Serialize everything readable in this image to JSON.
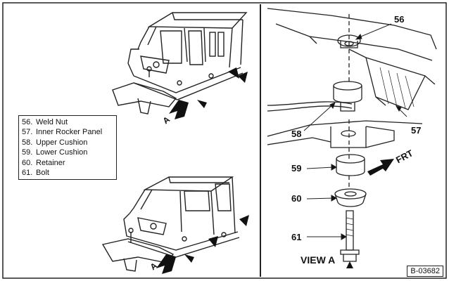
{
  "legend": {
    "items": [
      {
        "num": "56.",
        "label": "Weld Nut"
      },
      {
        "num": "57.",
        "label": "Inner Rocker Panel"
      },
      {
        "num": "58.",
        "label": "Upper Cushion"
      },
      {
        "num": "59.",
        "label": "Lower Cushion"
      },
      {
        "num": "60.",
        "label": "Retainer"
      },
      {
        "num": "61.",
        "label": "Bolt"
      }
    ]
  },
  "callouts": {
    "c56": "56",
    "c57": "57",
    "c58": "58",
    "c59": "59",
    "c60": "60",
    "c61": "61"
  },
  "view_label": "VIEW A",
  "front_label": "FRT",
  "detail_marker": "A",
  "document_code": "B-03682"
}
